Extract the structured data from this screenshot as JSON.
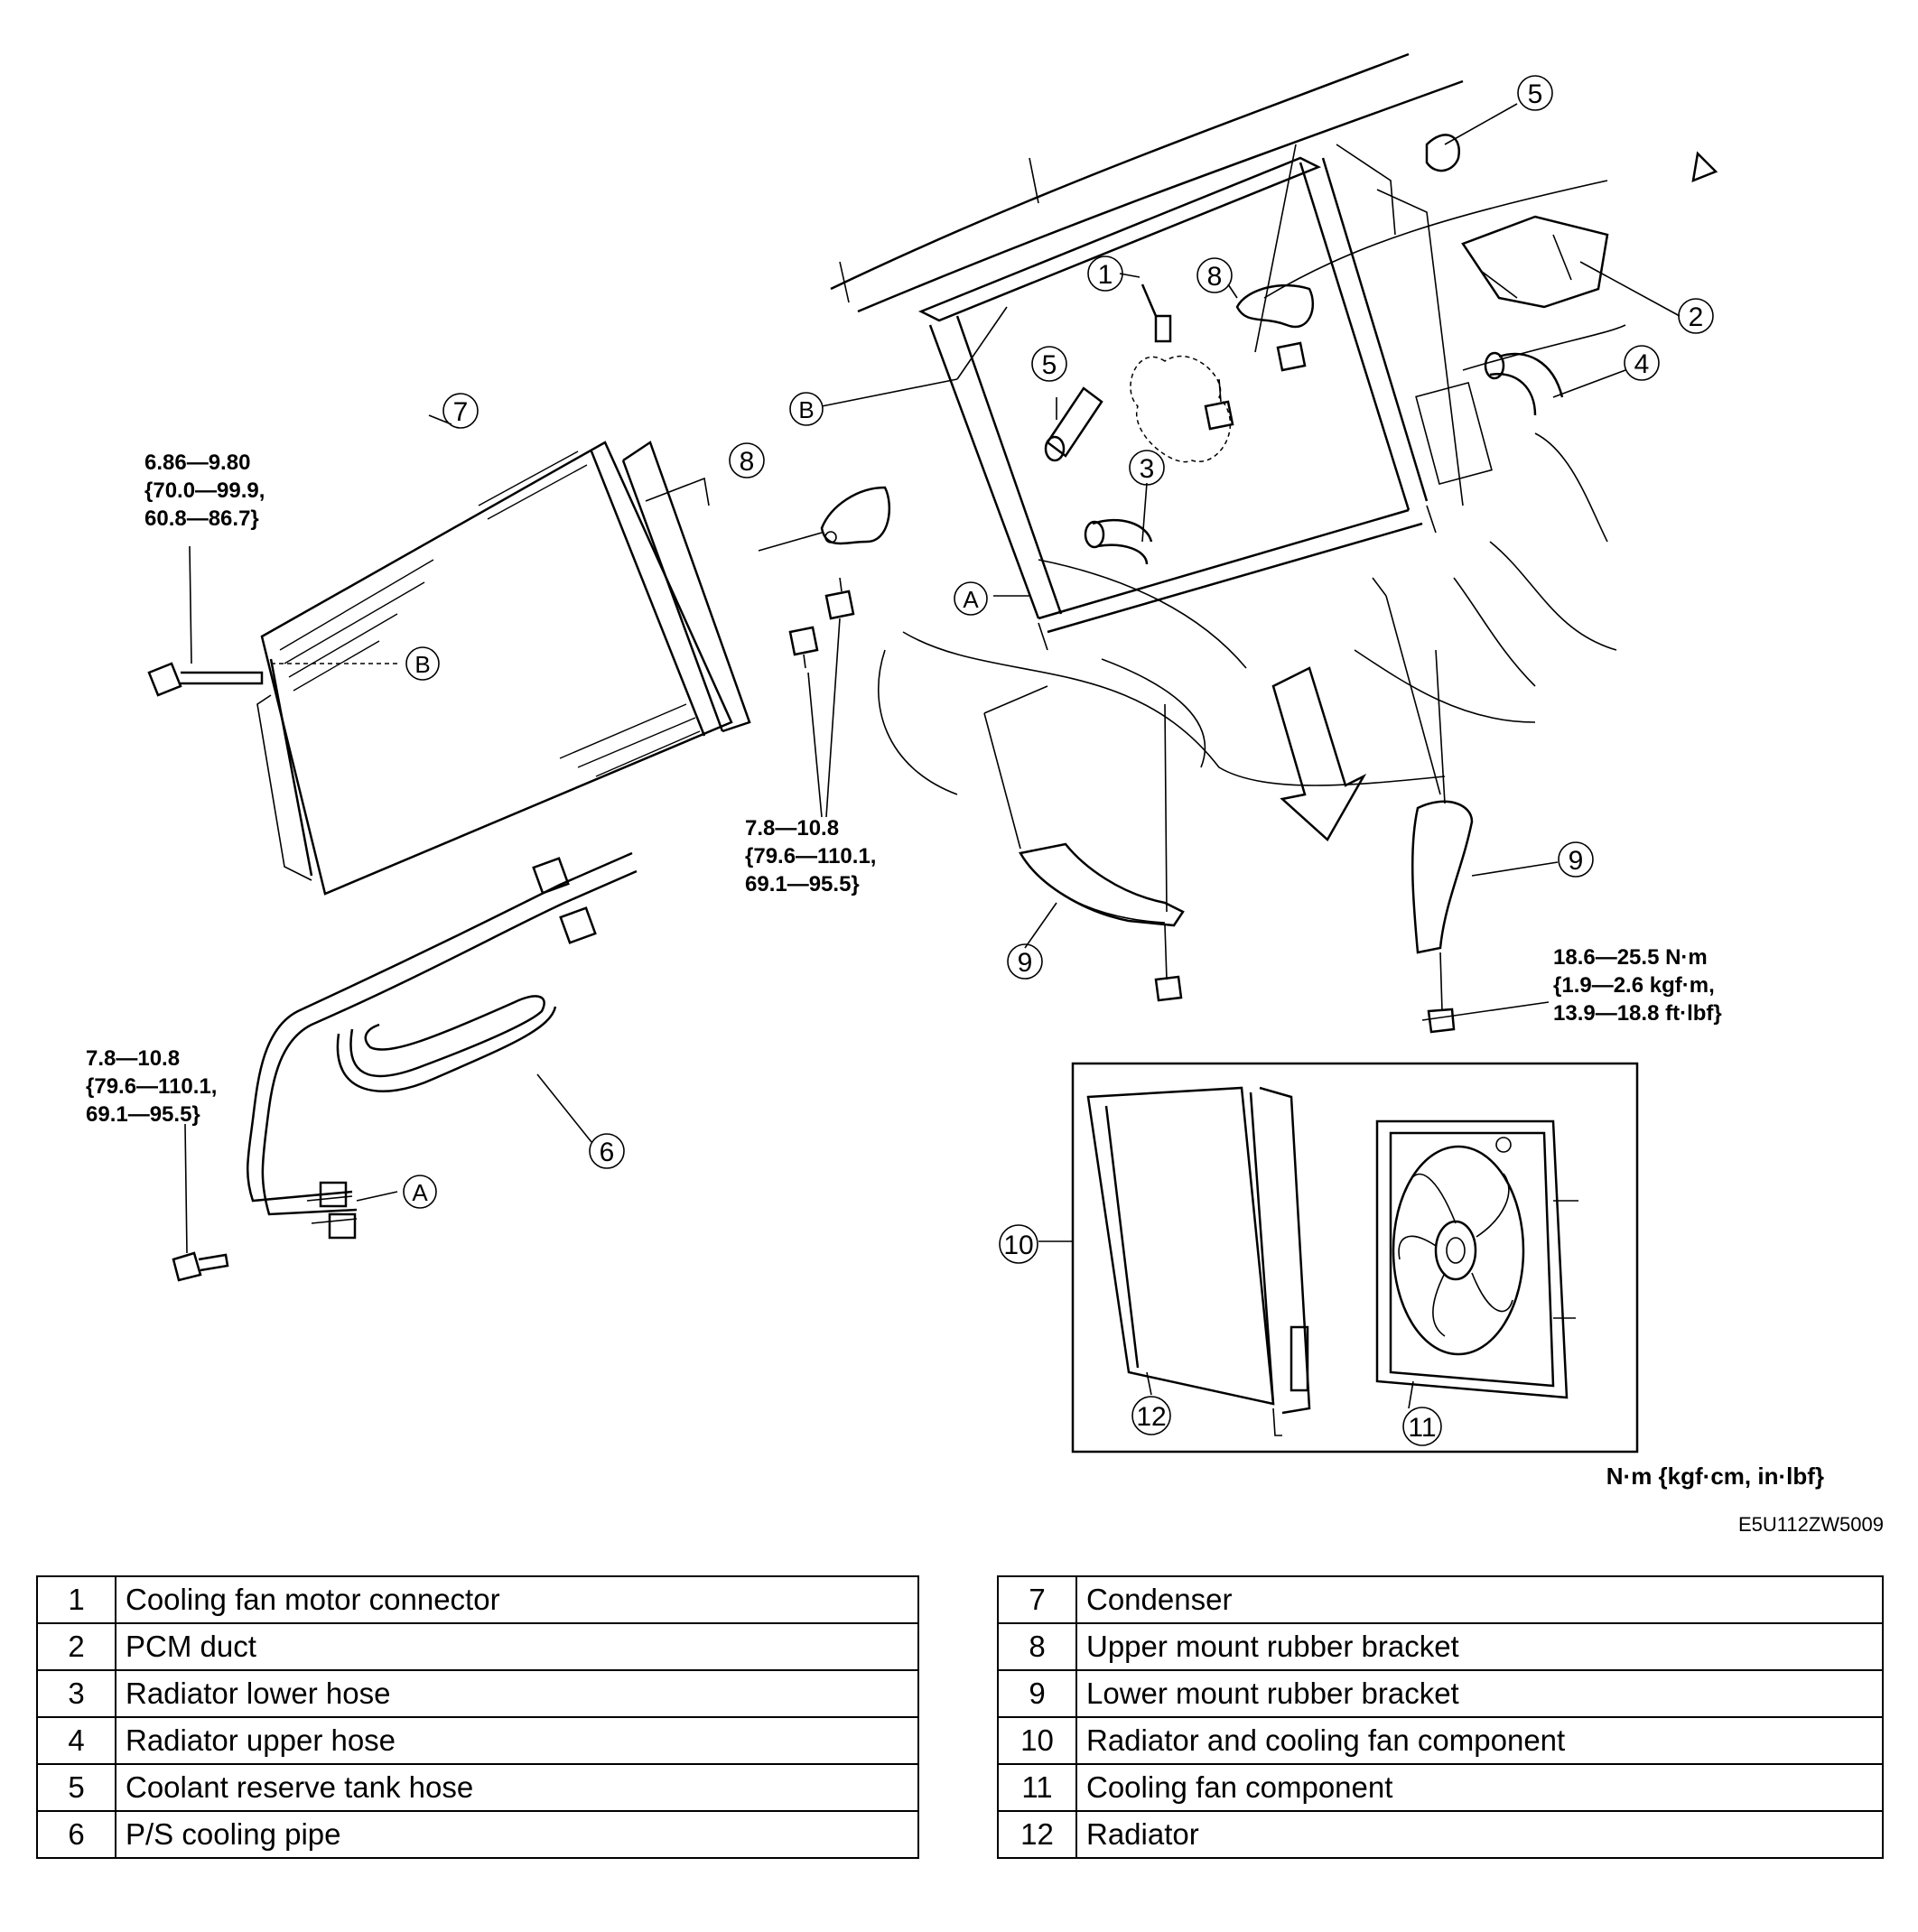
{
  "figure": {
    "code": "E5U112ZW5009",
    "unit_note": "N·m {kgf·cm, in·lbf}"
  },
  "callouts": [
    "1",
    "2",
    "3",
    "4",
    "5",
    "6",
    "7",
    "8",
    "9",
    "10",
    "11",
    "12"
  ],
  "reference_letters": {
    "a": "A",
    "b": "B"
  },
  "torque_specs": {
    "condenser_bolt": [
      "6.86—9.80",
      "{70.0—99.9,",
      "60.8—86.7}"
    ],
    "upper_bracket_nut": [
      "7.8—10.8",
      "{79.6—110.1,",
      "69.1—95.5}"
    ],
    "pipe_bolt": [
      "7.8—10.8",
      "{79.6—110.1,",
      "69.1—95.5}"
    ],
    "lower_bracket_bolt": [
      "18.6—25.5 N·m",
      "{1.9—2.6 kgf·m,",
      "13.9—18.8 ft·lbf}"
    ]
  },
  "legend": {
    "left": [
      {
        "num": "1",
        "label": "Cooling fan motor connector"
      },
      {
        "num": "2",
        "label": "PCM duct"
      },
      {
        "num": "3",
        "label": "Radiator lower hose"
      },
      {
        "num": "4",
        "label": "Radiator upper hose"
      },
      {
        "num": "5",
        "label": "Coolant reserve tank hose"
      },
      {
        "num": "6",
        "label": "P/S cooling pipe"
      }
    ],
    "right": [
      {
        "num": "7",
        "label": "Condenser"
      },
      {
        "num": "8",
        "label": "Upper mount rubber bracket"
      },
      {
        "num": "9",
        "label": "Lower mount rubber bracket"
      },
      {
        "num": "10",
        "label": "Radiator and cooling fan component"
      },
      {
        "num": "11",
        "label": "Cooling fan component"
      },
      {
        "num": "12",
        "label": "Radiator"
      }
    ]
  }
}
